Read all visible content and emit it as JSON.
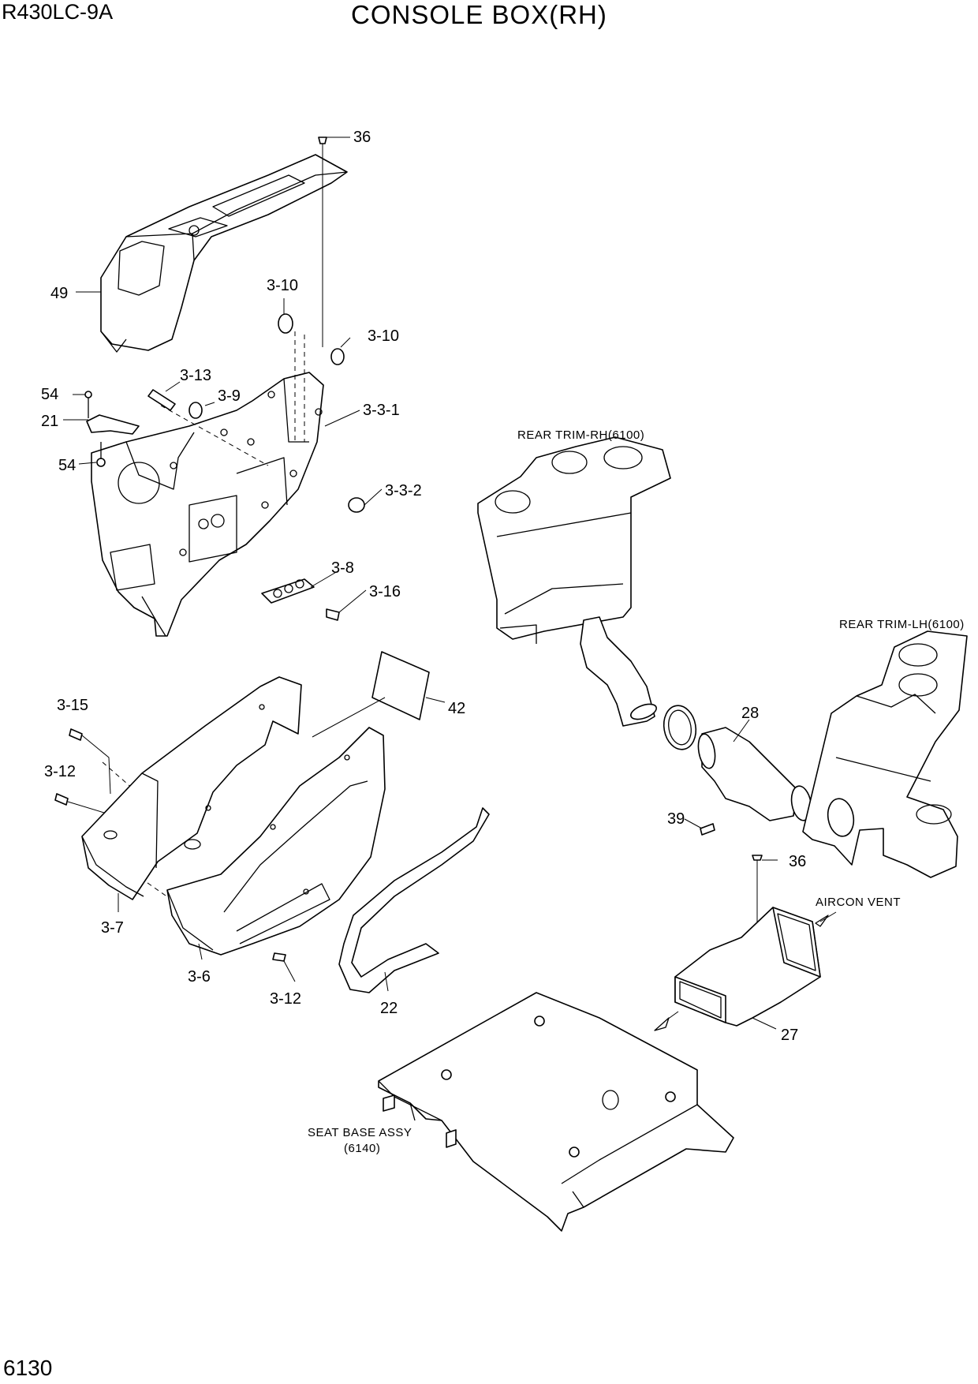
{
  "header": {
    "model": "R430LC-9A",
    "title": "CONSOLE BOX(RH)"
  },
  "footer": {
    "page_number": "6130"
  },
  "labels": {
    "p36_top": "36",
    "p49": "49",
    "p3_10a": "3-10",
    "p3_10b": "3-10",
    "p3_13": "3-13",
    "p3_9": "3-9",
    "p3_3_1": "3-3-1",
    "p54a": "54",
    "p21": "21",
    "p54b": "54",
    "p3_3_2": "3-3-2",
    "p3_8": "3-8",
    "p3_16": "3-16",
    "p3_15": "3-15",
    "p42": "42",
    "p3_12a": "3-12",
    "p3_7": "3-7",
    "p3_6": "3-6",
    "p3_12b": "3-12",
    "p22": "22",
    "p28": "28",
    "p39": "39",
    "p36_bottom": "36",
    "p27": "27"
  },
  "references": {
    "rear_trim_rh": "REAR TRIM-RH(6100)",
    "rear_trim_lh": "REAR TRIM-LH(6100)",
    "aircon_vent": "AIRCON VENT",
    "seat_base_line1": "SEAT BASE ASSY",
    "seat_base_line2": "(6140)"
  }
}
